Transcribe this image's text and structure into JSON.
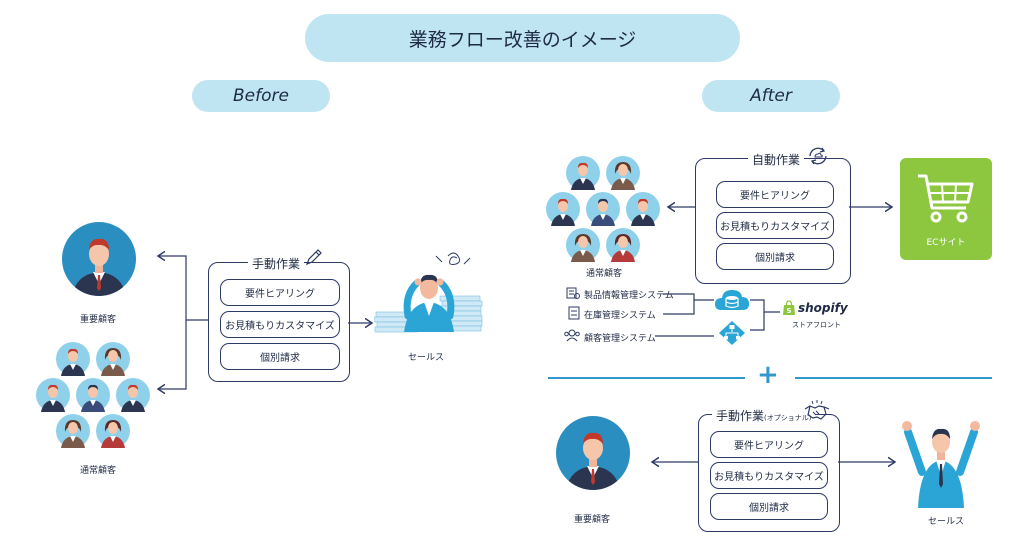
{
  "title": "業務フロー改善のイメージ",
  "before": {
    "label": "Before",
    "manual_group_title": "手動作業",
    "tasks": [
      "要件ヒアリング",
      "お見積もりカスタマイズ",
      "個別請求"
    ],
    "vip_label": "重要顧客",
    "regular_label": "通常顧客",
    "sales_label": "セールス"
  },
  "after": {
    "label": "After",
    "auto_group_title": "自動作業",
    "auto_tasks": [
      "要件ヒアリング",
      "お見積もりカスタマイズ",
      "個別請求"
    ],
    "regular_label": "通常顧客",
    "ec_label": "ECサイト",
    "systems": [
      "製品情報管理システム",
      "在庫管理システム",
      "顧客管理システム"
    ],
    "shopify_word": "shopify",
    "shopify_sub": "ストアフロント",
    "plus": "+",
    "manual_group_title": "手動作業",
    "manual_group_note": "(オプショナル)",
    "manual_tasks": [
      "要件ヒアリング",
      "お見積もりカスタマイズ",
      "個別請求"
    ],
    "vip_label": "重要顧客",
    "sales_label": "セールス"
  },
  "colors": {
    "pill": "#bfe5f3",
    "navy": "#2d3a66",
    "blue": "#3399cc",
    "green": "#8dc63f",
    "accent_cyan": "#2aa5d6"
  },
  "icons": [
    "pencil-icon",
    "sync-icon",
    "handshake-icon",
    "cart-icon",
    "cloud-db-icon",
    "sitemap-icon",
    "shopify-bag-icon"
  ]
}
